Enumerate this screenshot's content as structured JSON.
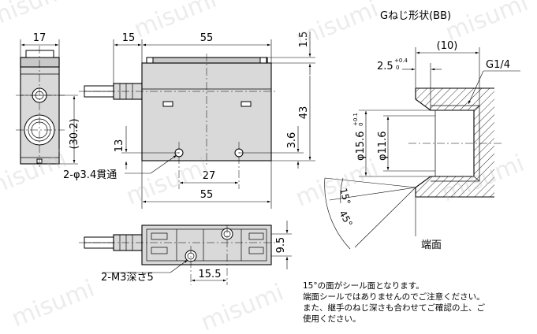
{
  "title_g_thread": "Gねじ形状(BB)",
  "dimensions": {
    "front_width": "17",
    "side_pipe_length": "15",
    "side_body_length": "55",
    "top_offset": "1.5",
    "height_total": "43",
    "height_front": "(30.2)",
    "height_13": "13",
    "height_3_6": "3.6",
    "hole_spacing": "27",
    "bottom_length": "55",
    "hole_note": "2-φ3.4貫通",
    "tap_note": "2-M3深さ5",
    "bottom_15_5": "15.5",
    "bottom_9_5": "9.5",
    "port_10": "(10)",
    "port_2_5": "2.5",
    "port_2_5_tol_upper": "+0.4",
    "port_2_5_tol_lower": "0",
    "port_thread": "G1/4",
    "port_dia_15_6": "φ15.6",
    "port_dia_15_6_tol_upper": "+0.1",
    "port_dia_15_6_tol_lower": "0",
    "port_dia_11_6": "φ11.6",
    "angle_15": "15°",
    "angle_45": "45°",
    "end_face": "端面"
  },
  "notes": [
    "15°の面がシール面となります。",
    "端面シールではありませんのでご注意ください。",
    "また、継手のねじ深さも合わせてご確認の上、ご",
    "使用ください。"
  ],
  "watermark": "misumi"
}
